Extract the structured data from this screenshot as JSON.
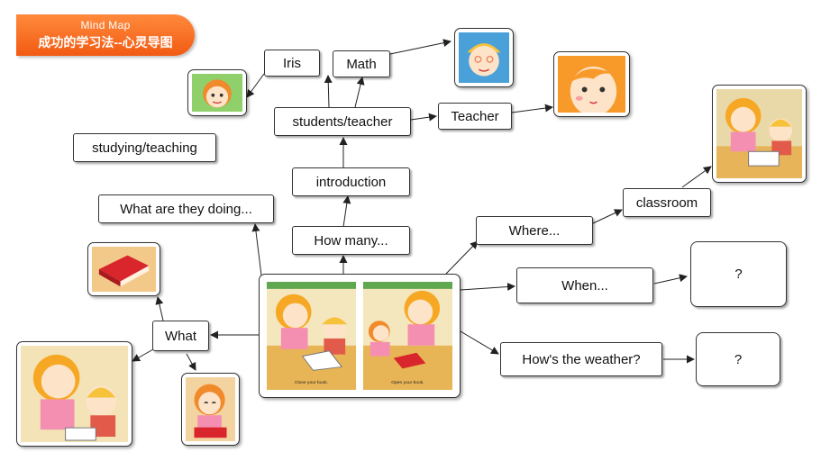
{
  "header": {
    "title_en": "Mind Map",
    "title_cn": "成功的学习法--心灵导图"
  },
  "nodes": {
    "iris": "Iris",
    "math": "Math",
    "students_teacher": "students/teacher",
    "teacher": "Teacher",
    "studying_teaching": "studying/teaching",
    "introduction": "introduction",
    "what_doing": "What are they doing...",
    "how_many": "How many...",
    "where": "Where...",
    "classroom": "classroom",
    "when": "When...",
    "when_answer": "?",
    "weather": "How's the weather?",
    "weather_answer": "?",
    "what": "What"
  },
  "center_captions": {
    "left": "Close your book.",
    "right": "Open your book."
  },
  "colors": {
    "banner": "#f25a12",
    "border": "#333333",
    "arrow": "#222222"
  }
}
